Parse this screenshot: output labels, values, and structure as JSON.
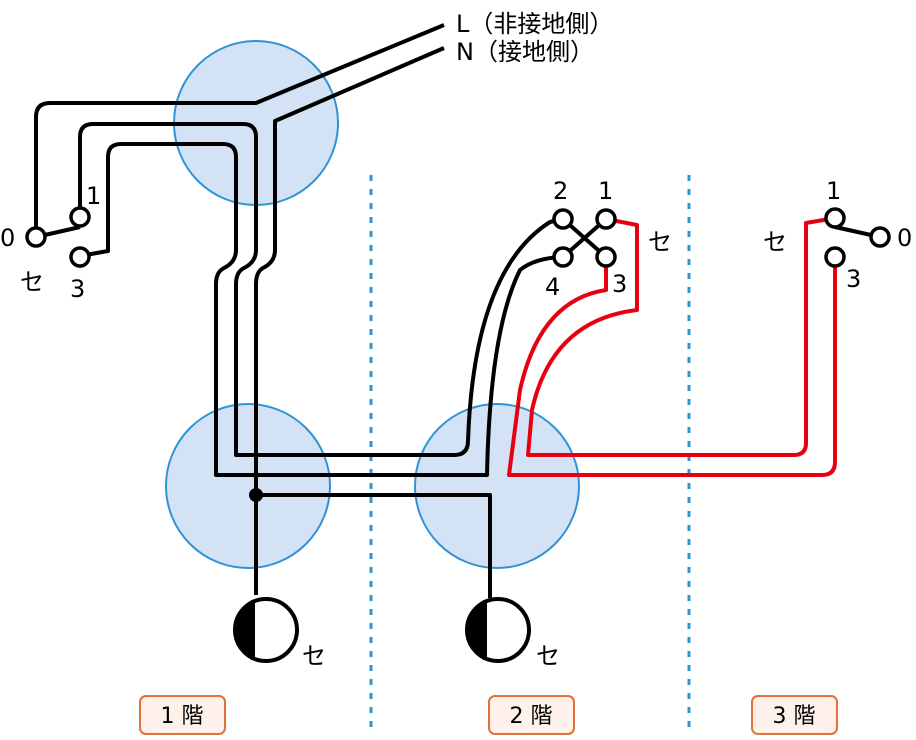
{
  "colors": {
    "box_fill": "#d3e3f5",
    "box_stroke": "#2f93d5",
    "wire": "#000000",
    "traveler": "#e60012",
    "divider": "#2f93d5",
    "floor_badge_fill": "#fdf1ea",
    "floor_badge_stroke": "#e2703a"
  },
  "supply": {
    "L_label": "L（非接地側）",
    "N_label": "N（接地側）"
  },
  "floor1_switch": {
    "terminal_0": "0",
    "terminal_1": "1",
    "terminal_3": "3",
    "se_mark": "セ"
  },
  "floor2_switch": {
    "terminal_1": "1",
    "terminal_2": "2",
    "terminal_3": "3",
    "terminal_4": "4",
    "se_mark": "セ"
  },
  "floor3_switch": {
    "terminal_0": "0",
    "terminal_1": "1",
    "terminal_3": "3",
    "se_mark": "セ"
  },
  "lamps": [
    {
      "se_mark": "セ"
    },
    {
      "se_mark": "セ"
    }
  ],
  "floors": [
    "1 階",
    "2 階",
    "3 階"
  ]
}
